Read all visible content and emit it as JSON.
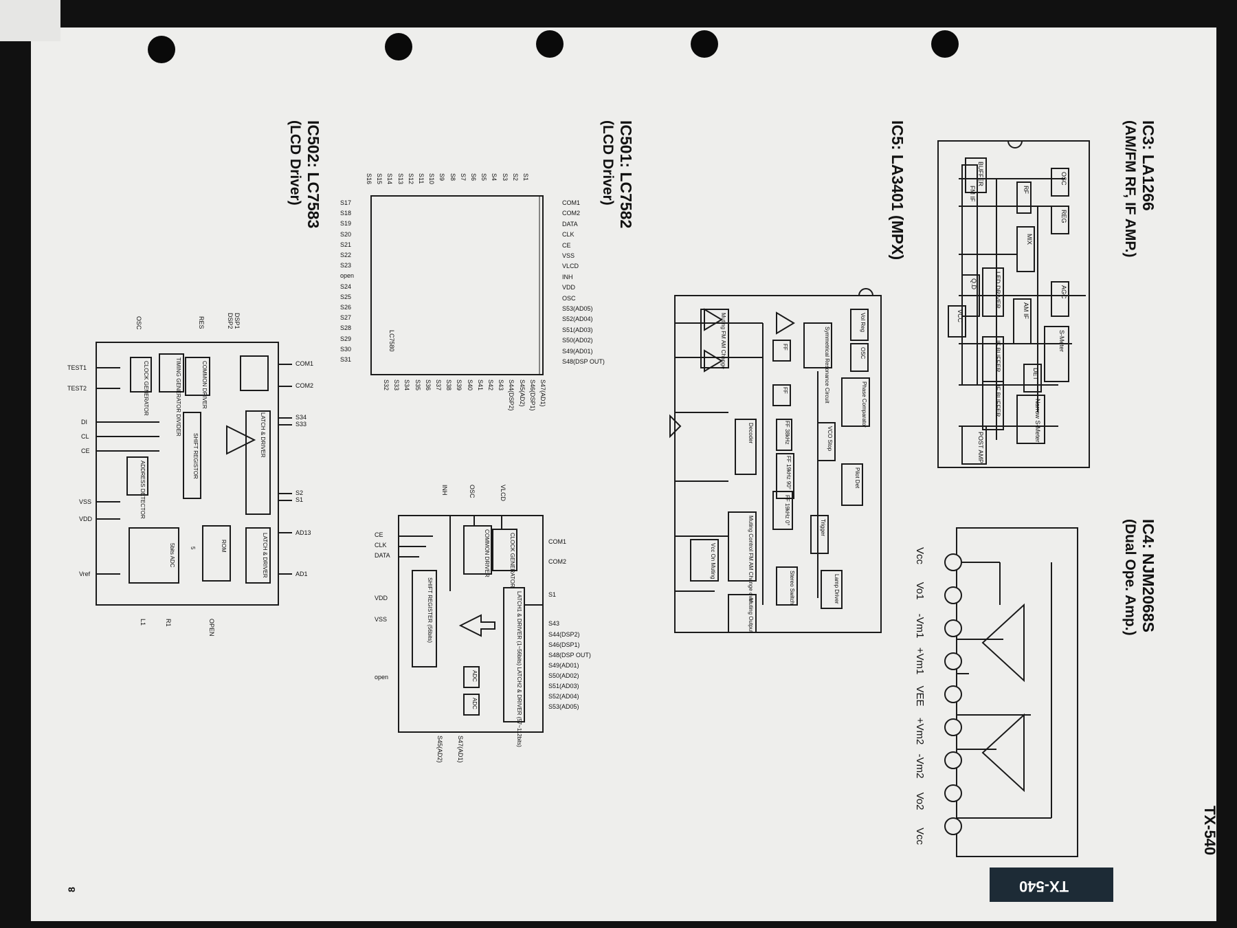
{
  "model": "TX-540",
  "page_number": "8",
  "sections": {
    "ic3": {
      "title": "IC3: LA1266",
      "subtitle": "(AM/FM RF, IF AMP.)"
    },
    "ic4": {
      "title": "IC4: NJM2068S",
      "subtitle": "(Dual Ope. Amp.)",
      "pin_labels": [
        "Vcc",
        "Vo1",
        "-Vm1",
        "+Vm1",
        "VEE",
        "+Vm2",
        "-Vm2",
        "Vo2",
        "Vcc"
      ]
    },
    "ic5": {
      "title": "IC5: LA3401 (MPX)"
    },
    "ic501": {
      "title": "IC501: LC7582",
      "subtitle": "(LCD Driver)"
    },
    "ic502": {
      "title": "IC502: LC7583",
      "subtitle": "(LCD Driver)"
    }
  },
  "ic3_blocks": [
    "OSC",
    "REG",
    "RF",
    "BUFFER",
    "FM IF",
    "MIX",
    "LED DRIVER",
    "Q.D",
    "AGC",
    "AM IF",
    "VCC",
    "S-Meter",
    "IF BUFFER",
    "DET",
    "IF BUFFER",
    "Narrow S-Meter",
    "POST AMP"
  ],
  "ic5_blocks": [
    "Vol Reg",
    "OSC",
    "Symmetrical Resonance Circuit",
    "Phase Comparator",
    "VCO Stop",
    "Pilot Det",
    "Lamp Driver",
    "Trigger",
    "Muting FM AM Change",
    "Decoder",
    "FF",
    "FF",
    "FF 38kHz",
    "FF 19kHz 90°",
    "FF 19kHz 0°",
    "Muting Control FM AM Change over",
    "Stereo Switch",
    "Vcc On Muting",
    "Muting Output"
  ],
  "ic501_left_pins": [
    "S17",
    "S18",
    "S19",
    "S20",
    "S21",
    "S22",
    "S23",
    "open",
    "S24",
    "S25",
    "S26",
    "S27",
    "S28",
    "S29",
    "S30",
    "S31"
  ],
  "ic501_right_pins": [
    "COM1",
    "COM2",
    "DATA",
    "CLK",
    "CE",
    "VSS",
    "VLCD",
    "INH",
    "VDD",
    "OSC",
    "S53(AD05)",
    "S52(AD04)",
    "S51(AD03)",
    "S50(AD02)",
    "S49(AD01)",
    "S48(DSP OUT)"
  ],
  "ic501_top_pins": [
    "S1",
    "S2",
    "S3",
    "S4",
    "S5",
    "S6",
    "S7",
    "S8",
    "S9",
    "S10",
    "S11",
    "S12",
    "S13",
    "S14",
    "S15",
    "S16"
  ],
  "ic501_bottom_pins": [
    "S47(AD1)",
    "S46(DSP1)",
    "S45(AD2)",
    "S44(DSP2)",
    "S43",
    "S42",
    "S41",
    "S40",
    "S39",
    "S38",
    "S37",
    "S36",
    "S35",
    "S34",
    "S33",
    "S32"
  ],
  "ic501_chip_label": "LC7580",
  "ic501_block": {
    "blocks": [
      "COMMON DRIVER",
      "CLOCK GENERATOR",
      "SHIFT REGISTER (56bits)",
      "LATCH1 & DRIVER (1~56bits) LATCH2 & DRIVER (57~112bits)",
      "ADC",
      "ADC"
    ],
    "left_pins": [
      "CE",
      "CLK",
      "DATA",
      "VDD",
      "VSS",
      "open"
    ],
    "top_pins": [
      "INH",
      "OSC",
      "VLCD"
    ],
    "right_pins": [
      "COM1",
      "COM2",
      "S1",
      "S43",
      "S44(DSP2)",
      "S46(DSP1)",
      "S48(DSP OUT)",
      "S49(AD01)",
      "S50(AD02)",
      "S51(AD03)",
      "S52(AD04)",
      "S53(AD05)"
    ],
    "bottom_pins": [
      "S45(AD2)",
      "S47(AD1)"
    ]
  },
  "ic502_block": {
    "blocks": [
      "CLOCK GENERATOR",
      "TIMING GENERATOR DIVIDER",
      "COMMON DRIVER",
      "LATCH & DRIVER",
      "SHIFT REGISTOR",
      "ADDRESS DETECTOR",
      "ROM",
      "LATCH & DRIVER",
      "5bits ADC",
      "5"
    ],
    "left_pins": [
      "TEST1",
      "TEST2",
      "DI",
      "CL",
      "CE",
      "VSS",
      "VDD",
      "Vref"
    ],
    "top_pins": [
      "OSC",
      "RES",
      "DSP2",
      "DSP1"
    ],
    "right_pins": [
      "COM1",
      "COM2",
      "S34",
      "S33",
      "S2",
      "S1",
      "AD13",
      "AD1"
    ],
    "bottom_pins": [
      "L1",
      "R1",
      "OPEN"
    ]
  }
}
